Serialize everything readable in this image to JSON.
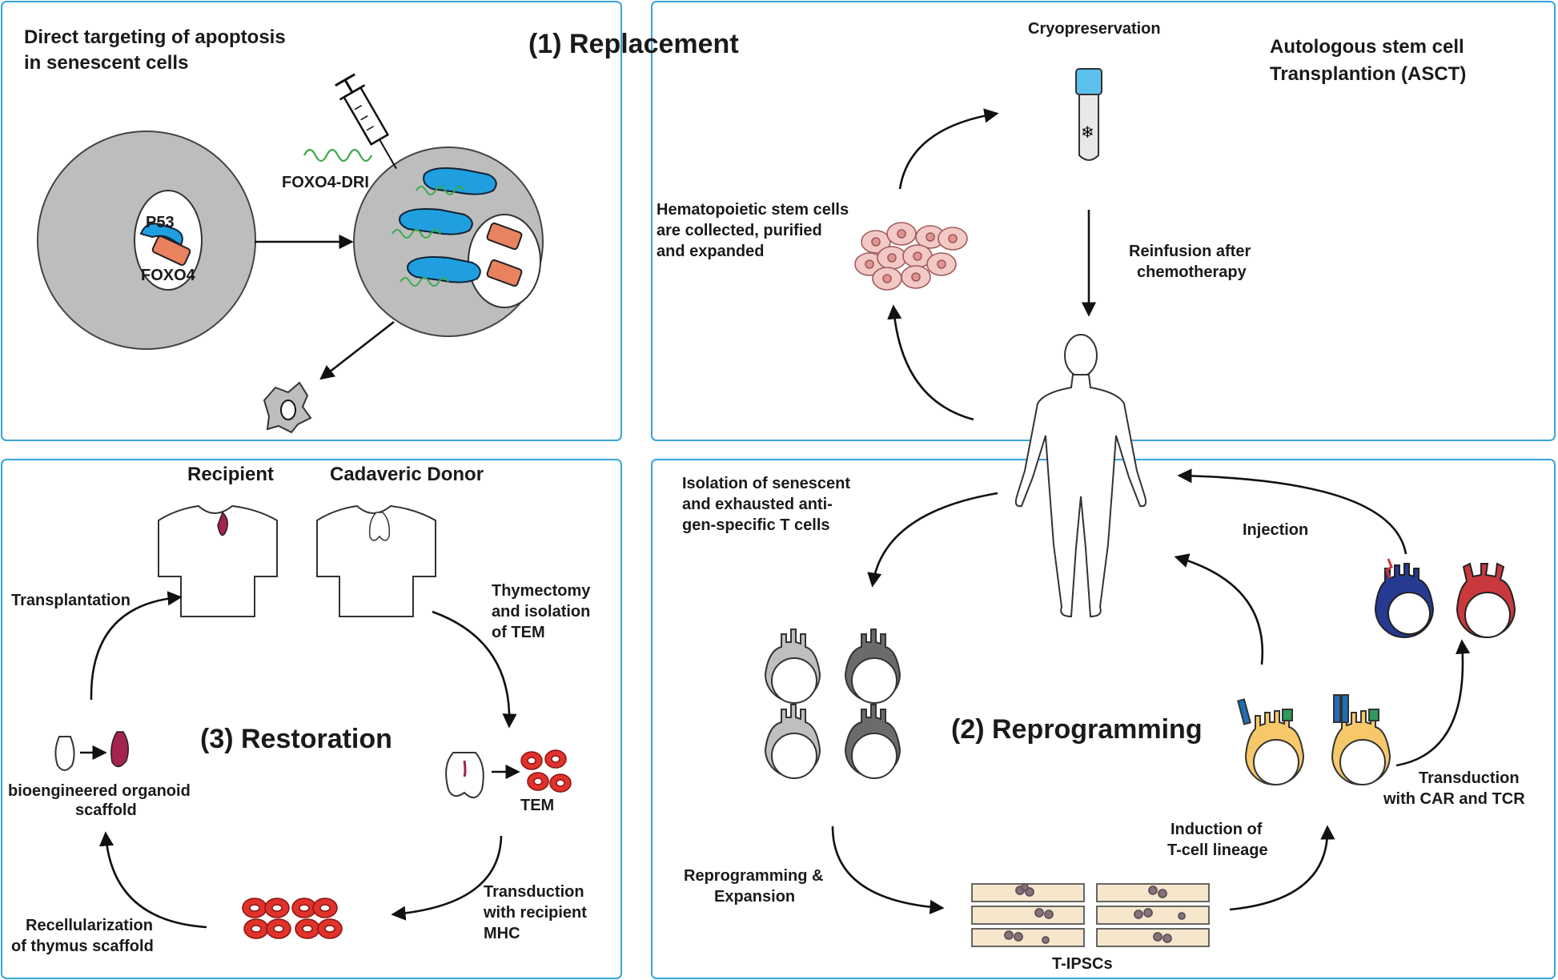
{
  "panels": {
    "replacement": {
      "title": "(1) Replacement",
      "apoptosis": {
        "heading_line1": "Direct targeting of apoptosis",
        "heading_line2": "in senescent cells",
        "p53": "P53",
        "foxo4": "FOXO4",
        "foxo4_dri": "FOXO4-DRI"
      }
    },
    "asct": {
      "heading_line1": "Autologous stem cell",
      "heading_line2": "Transplantion (ASCT)",
      "cryopreservation": "Cryopreservation",
      "hsc_line1": "Hematopoietic stem cells",
      "hsc_line2": "are collected, purified",
      "hsc_line3": "and expanded",
      "reinfusion_line1": "Reinfusion after",
      "reinfusion_line2": "chemotherapy"
    },
    "restoration": {
      "title": "(3) Restoration",
      "recipient": "Recipient",
      "donor": "Cadaveric Donor",
      "transplantation": "Transplantation",
      "thymectomy_line1": "Thymectomy",
      "thymectomy_line2": "and isolation",
      "thymectomy_line3": "of TEM",
      "tem": "TEM",
      "organoid_line1": "bioengineered organoid",
      "organoid_line2": "scaffold",
      "transduction_line1": "Transduction",
      "transduction_line2": "with recipient",
      "transduction_line3": "MHC",
      "recell_line1": "Recellularization",
      "recell_line2": "of thymus scaffold"
    },
    "reprogramming": {
      "title": "(2) Reprogramming",
      "isolation_line1": "Isolation of senescent",
      "isolation_line2": "and exhausted anti-",
      "isolation_line3": "gen-specific T cells",
      "injection": "Injection",
      "reprog_line1": "Reprogramming &",
      "reprog_line2": "Expansion",
      "induction_line1": "Induction of",
      "induction_line2": "T-cell lineage",
      "car_line1": "Transduction",
      "car_line2": "with CAR and TCR",
      "tipsc": "T-IPSCs"
    }
  },
  "colors": {
    "panel_border": "#3aa3dc",
    "cell_gray": "#bdbdbd",
    "p53_blue": "#1f9fe0",
    "foxo4_salmon": "#e9825f",
    "peptide_green": "#3aaa4a",
    "vial_cap": "#5bc0eb",
    "hsc_pink": "#f3c9c6",
    "thymus_crimson": "#a3224f",
    "tem_red": "#e0322b",
    "tcell_light_gray": "#bfbfbf",
    "tcell_dark_gray": "#6b6b6b",
    "tcell_yellow": "#f6c869",
    "tcell_navy": "#263a92",
    "tcell_red": "#c8383d",
    "dish_tan": "#f5e6cc"
  },
  "icons": [
    "syringe-icon",
    "snowflake-icon",
    "human-body-icon",
    "dead-cell-icon"
  ]
}
